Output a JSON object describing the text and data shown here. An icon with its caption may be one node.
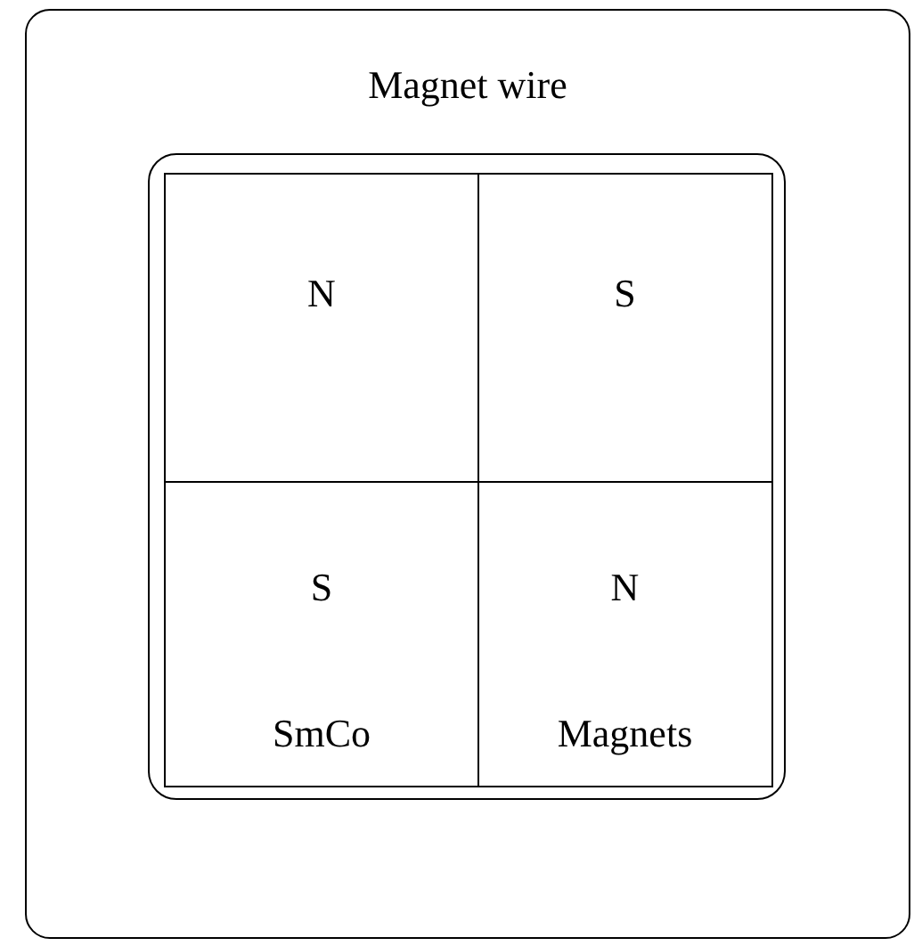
{
  "diagram": {
    "nodes": [
      {
        "text": [
          "Magnet wire"
        ]
      },
      {
        "text": [],
        "shape": "box",
        "in": 0
      },
      {
        "text": [
          "N"
        ],
        "in": 1
      },
      {
        "text": [
          "S"
        ],
        "in": 1
      },
      {
        "text": [
          "S",
          "SmCo"
        ],
        "in": 1
      },
      {
        "text": [
          "N",
          "Magnets"
        ],
        "in": 1
      }
    ]
  }
}
